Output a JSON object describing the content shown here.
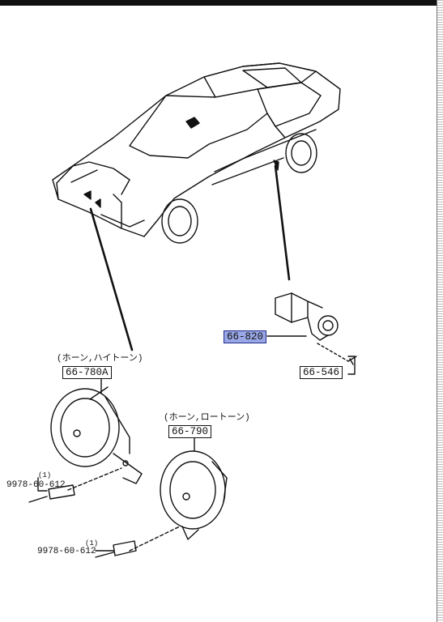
{
  "parts": {
    "switch": "66-820",
    "switch_screw": "66-546",
    "horn_high": "66-780A",
    "horn_low": "66-790",
    "bolt_1": "9978-60-612",
    "bolt_2": "9978-60-612"
  },
  "captions": {
    "high_tone": "(ホーン,ハイトーン)",
    "low_tone": "(ホーン,ロートーン)",
    "qty_1": "(1)",
    "qty_2": "(1)"
  },
  "colors": {
    "highlight": "#9aa7e6",
    "line": "#111111"
  }
}
